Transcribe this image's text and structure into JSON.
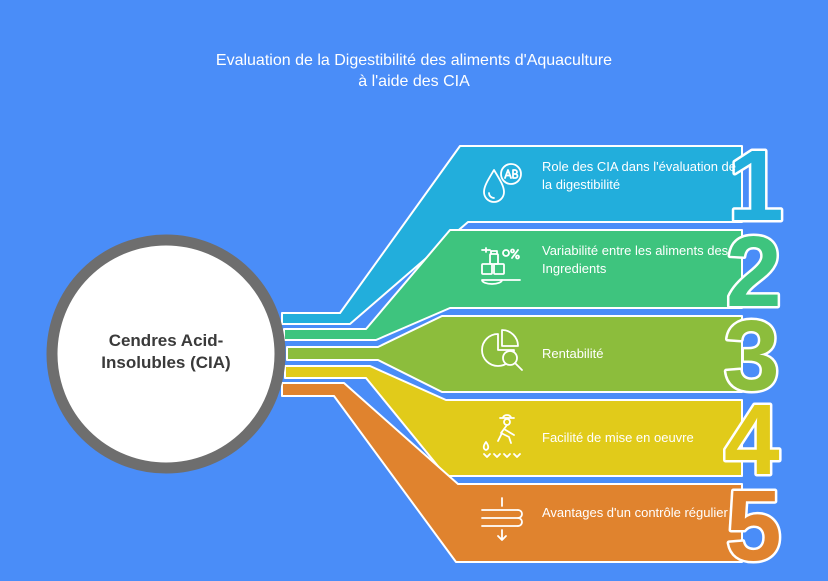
{
  "title": {
    "line1": "Evaluation de la Digestibilité des aliments d'Aquaculture",
    "line2": "à l'aide des CIA"
  },
  "center": {
    "line1": "Cendres Acid-",
    "line2": "Insolubles (CIA)"
  },
  "items": [
    {
      "number": "1",
      "label": "Role des CIA dans l'évaluation de la digestibilité",
      "icon": "water-drop-ab-icon",
      "color": "#22AEDC"
    },
    {
      "number": "2",
      "label": "Variabilité entre  les aliments des Ingredients",
      "icon": "weighing-ingredients-icon",
      "color": "#3EC47E"
    },
    {
      "number": "3",
      "label": "Rentabilité",
      "icon": "pie-chart-magnifier-icon",
      "color": "#8CBD3C"
    },
    {
      "number": "4",
      "label": "Facilité de mise en oeuvre",
      "icon": "farmer-planting-icon",
      "color": "#E1CB1A"
    },
    {
      "number": "5",
      "label": "Avantages d'un contrôle régulier",
      "icon": "filter-flow-icon",
      "color": "#E0832E"
    }
  ],
  "colors": {
    "background": "#4A8DF8",
    "ring": "#6E6E6E",
    "center_text": "#3A3A3A"
  }
}
